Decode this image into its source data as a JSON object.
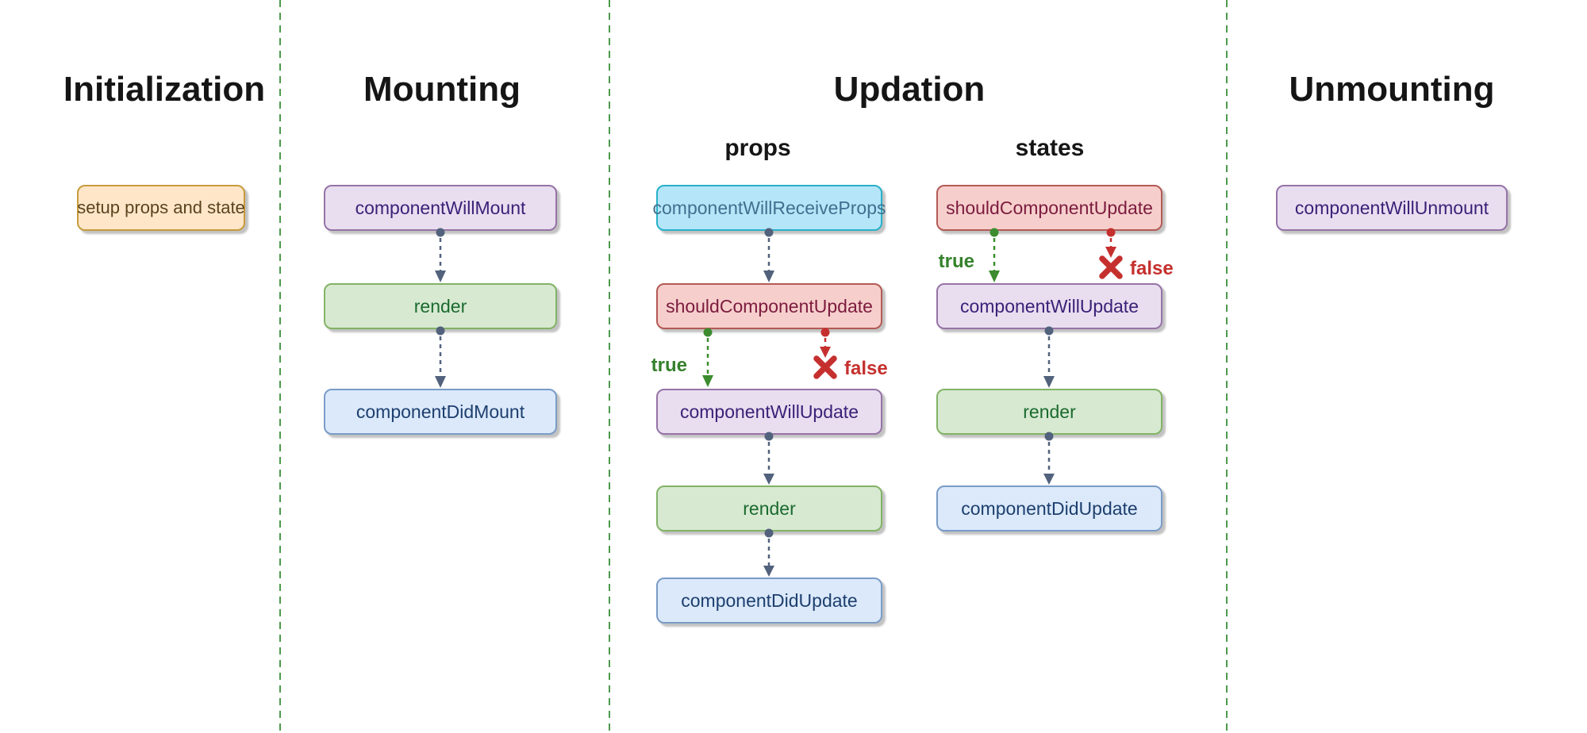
{
  "diagram": {
    "columns": [
      {
        "title": "Initialization"
      },
      {
        "title": "Mounting"
      },
      {
        "title": "Updation",
        "subcolumns": [
          {
            "label": "props"
          },
          {
            "label": "states"
          }
        ]
      },
      {
        "title": "Unmounting"
      }
    ],
    "nodes": {
      "initialization": {
        "setup": "setup props and state"
      },
      "mounting": {
        "will_mount": "componentWillMount",
        "render": "render",
        "did_mount": "componentDidMount"
      },
      "updation_props": {
        "will_receive_props": "componentWillReceiveProps",
        "should_update": "shouldComponentUpdate",
        "will_update": "componentWillUpdate",
        "render": "render",
        "did_update": "componentDidUpdate"
      },
      "updation_states": {
        "should_update": "shouldComponentUpdate",
        "will_update": "componentWillUpdate",
        "render": "render",
        "did_update": "componentDidUpdate"
      },
      "unmounting": {
        "will_unmount": "componentWillUnmount"
      }
    },
    "branch_labels": {
      "true_label": "true",
      "false_label": "false"
    },
    "colors": {
      "divider_green": "#4c9a4c",
      "arrow_slate": "#52627c",
      "arrow_true_green": "#3c8c2f",
      "arrow_false_red": "#c5302e",
      "node_orange_fill": "#ffe6c9",
      "node_orange_border": "#c79b3b",
      "node_orange_text": "#5b431d",
      "node_purple_fill": "#e8def0",
      "node_purple_border": "#9673a6",
      "node_purple_text": "#3b2177",
      "node_green_fill": "#d7e9d1",
      "node_green_border": "#82b366",
      "node_green_text": "#1b6a2f",
      "node_blue_fill": "#dbe9fb",
      "node_blue_border": "#7a9cc6",
      "node_blue_text": "#1d3f6e",
      "node_cyan_fill": "#b5e5f8",
      "node_cyan_border": "#28b1c8",
      "node_cyan_text": "#40708f",
      "node_red_fill": "#f6cfcc",
      "node_red_border": "#b35a55",
      "node_red_text": "#7c1b3e"
    }
  }
}
